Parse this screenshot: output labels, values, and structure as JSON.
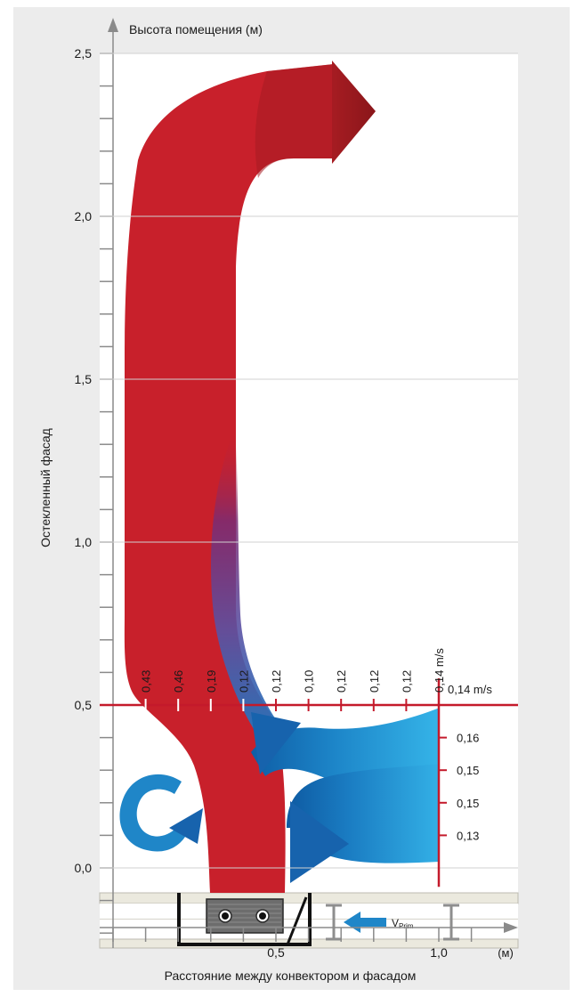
{
  "y_axis": {
    "title": "Высота помещения (м)",
    "side_label": "Остекленный фасад",
    "ticks": [
      {
        "value": 2.5,
        "label": "2,5"
      },
      {
        "value": 2.0,
        "label": "2,0"
      },
      {
        "value": 1.5,
        "label": "1,5"
      },
      {
        "value": 1.0,
        "label": "1,0"
      },
      {
        "value": 0.5,
        "label": "0,5"
      },
      {
        "value": 0.0,
        "label": "0,0"
      }
    ],
    "range": [
      -0.2,
      2.55
    ]
  },
  "x_axis": {
    "title": "Расстояние между конвектором и фасадом",
    "ticks": [
      {
        "value": 0.5,
        "label": "0,5"
      },
      {
        "value": 1.0,
        "label": "1,0"
      }
    ],
    "unit_label": "(м)",
    "range": [
      0,
      1.25
    ]
  },
  "horizontal_velocities": {
    "height": 0.5,
    "values": [
      {
        "x": 0.1,
        "label": "0,43"
      },
      {
        "x": 0.2,
        "label": "0,46"
      },
      {
        "x": 0.3,
        "label": "0,19"
      },
      {
        "x": 0.4,
        "label": "0,12"
      },
      {
        "x": 0.5,
        "label": "0,12"
      },
      {
        "x": 0.6,
        "label": "0,10"
      },
      {
        "x": 0.7,
        "label": "0,12"
      },
      {
        "x": 0.8,
        "label": "0,12"
      },
      {
        "x": 0.9,
        "label": "0,12"
      },
      {
        "x": 1.0,
        "label": "0,14 m/s"
      }
    ]
  },
  "vertical_velocities": {
    "x": 1.0,
    "values": [
      {
        "y": 0.5,
        "label": "0,14 m/s"
      },
      {
        "y": 0.4,
        "label": "0,16"
      },
      {
        "y": 0.3,
        "label": "0,15"
      },
      {
        "y": 0.2,
        "label": "0,15"
      },
      {
        "y": 0.1,
        "label": "0,13"
      }
    ]
  },
  "primary_air_label": {
    "main": "V",
    "sub": "Prim"
  },
  "colors": {
    "warm_air": "#c8202b",
    "warm_air_dark": "#8e1a1c",
    "cold_air": "#1b7fc4",
    "cold_air_light": "#33b0e6",
    "marker_red": "#c41a2b",
    "axis_gray": "#8a8a8a",
    "background_gray": "#ececec",
    "floor_beige": "#ebe9de"
  }
}
